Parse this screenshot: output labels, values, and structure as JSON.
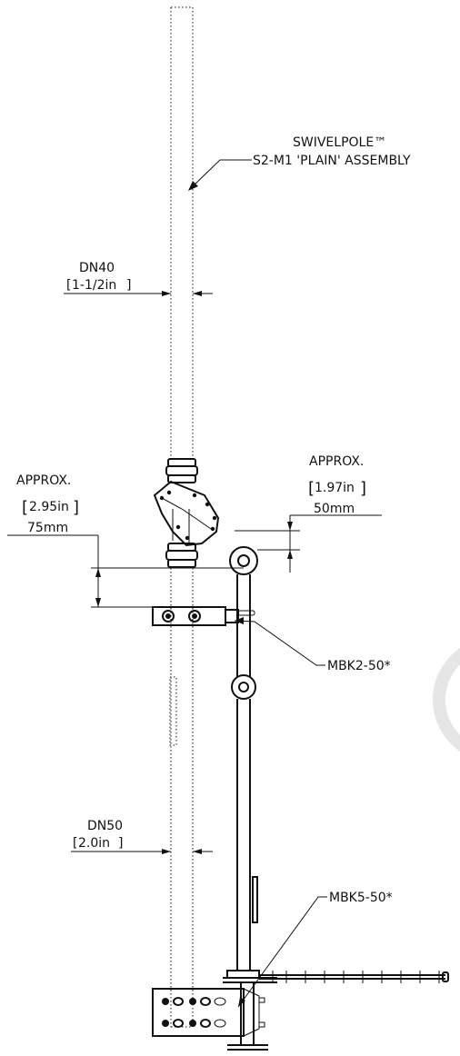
{
  "labels": {
    "assembly_brand": "SWIVELPOLE™",
    "assembly_name": "S2-M1 'PLAIN' ASSEMBLY",
    "dn40_size": "DN40",
    "dn40_inch": "1-1/2in",
    "approx_left": "APPROX.",
    "approx_left_inch": "2.95in",
    "approx_left_mm": "75mm",
    "approx_right": "APPROX.",
    "approx_right_inch": "1.97in",
    "approx_right_mm": "50mm",
    "bracket_upper": "MBK2-50*",
    "dn50_size": "DN50",
    "dn50_inch": "2.0in",
    "bracket_lower": "MBK5-50*"
  },
  "colors": {
    "line": "#111111",
    "background": "#ffffff",
    "watermark": "#e6e6e6"
  }
}
